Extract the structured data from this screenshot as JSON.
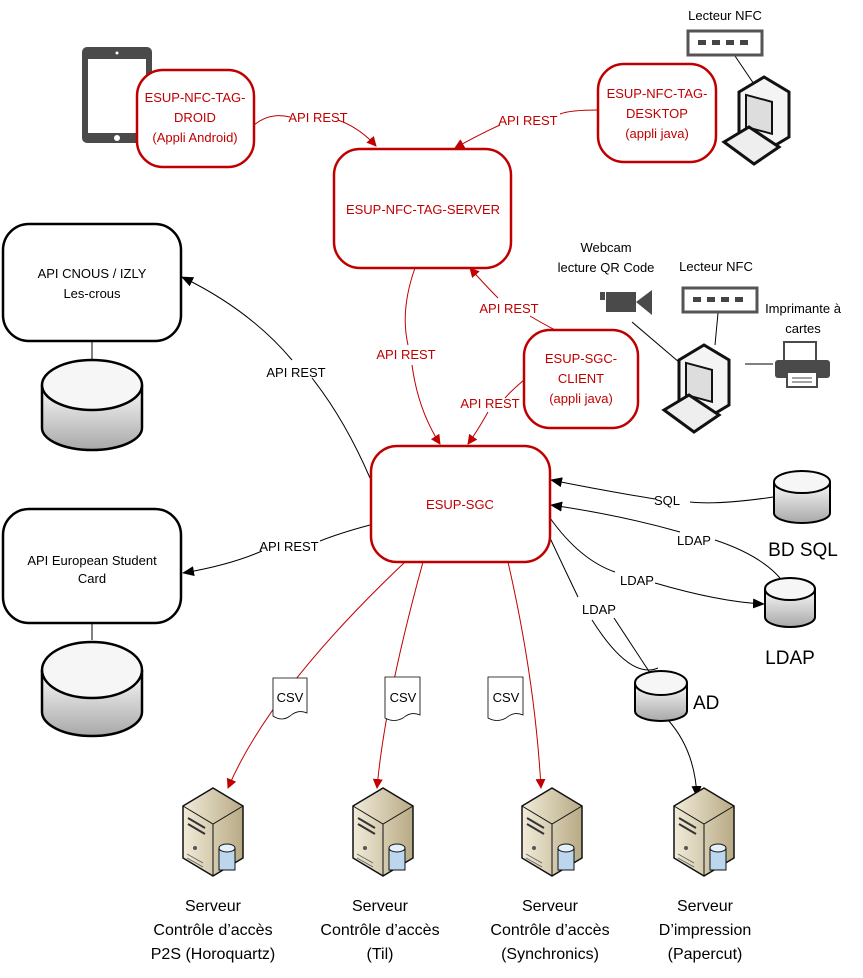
{
  "nodes": {
    "droid": {
      "lines": [
        "ESUP-NFC-TAG-",
        "DROID",
        "(Appli Android)"
      ]
    },
    "desktop": {
      "lines": [
        "ESUP-NFC-TAG-",
        "DESKTOP",
        "(appli java)"
      ]
    },
    "server": {
      "label": "ESUP-NFC-TAG-SERVER"
    },
    "sgc_client": {
      "lines": [
        "ESUP-SGC-",
        "CLIENT",
        "(appli java)"
      ]
    },
    "sgc": {
      "label": "ESUP-SGC"
    },
    "cnous": {
      "lines": [
        "API CNOUS / IZLY",
        "Les-crous"
      ]
    },
    "esc": {
      "lines": [
        "API European Student",
        "Card"
      ]
    },
    "bd_sql": {
      "label": "BD SQL"
    },
    "ldap": {
      "label": "LDAP"
    },
    "ad": {
      "label": "AD"
    }
  },
  "devices": {
    "nfc_reader_top": "Lecteur NFC",
    "webcam": [
      "Webcam",
      "lecture QR Code"
    ],
    "nfc_reader_bottom": "Lecteur NFC",
    "printer": [
      "Imprimante à",
      "cartes"
    ]
  },
  "edges": {
    "droid_server": "API REST",
    "desktop_server": "API REST",
    "server_sgc": "API REST",
    "client_server": "API REST",
    "client_sgc": "API REST",
    "sgc_cnous": "API REST",
    "sgc_esc": "API REST",
    "sql": "SQL",
    "ldap_in": "LDAP",
    "ldap_out": "LDAP",
    "ldap_ad": "LDAP",
    "csv": [
      "CSV",
      "CSV",
      "CSV"
    ]
  },
  "servers": [
    {
      "lines": [
        "Serveur",
        "Contrôle d’accès",
        "P2S (Horoquartz)"
      ]
    },
    {
      "lines": [
        "Serveur",
        "Contrôle d’accès",
        "(Til)"
      ]
    },
    {
      "lines": [
        "Serveur",
        "Contrôle d’accès",
        "(Synchronics)"
      ]
    },
    {
      "lines": [
        "Serveur",
        "D’impression",
        "(Papercut)"
      ]
    }
  ],
  "colors": {
    "accent": "#c00000",
    "line": "#000000",
    "device": "#4a4a4a"
  }
}
